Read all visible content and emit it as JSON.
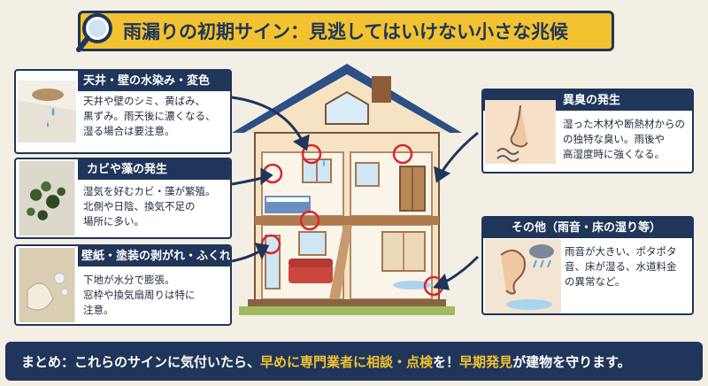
{
  "title": "雨漏りの初期サイン：見逃してはいけない小さな兆候",
  "cards": {
    "ceiling": {
      "heading": "天井・壁の水染み・変色",
      "body": [
        "天井や壁のシミ、黄ばみ、",
        "黒ずみ。雨天後に濃くなる、",
        "湿る場合は要注意。"
      ]
    },
    "mold": {
      "heading": "カビや藻の発生",
      "body": [
        "湿気を好むカビ・藻が繁殖。",
        "北側や日陰、換気不足の",
        "場所に多い。"
      ]
    },
    "wallpaper": {
      "heading": "壁紙・塗装の剥がれ・ふくれ",
      "body": [
        "下地が水分で膨張。",
        "窓枠や換気扇周りは特に",
        "注意。"
      ]
    },
    "odor": {
      "heading": "異臭の発生",
      "body": [
        "湿った木材や断熱材からの",
        "の独特な臭い。雨後や",
        "高湿度時に強くなる。"
      ]
    },
    "other": {
      "heading": "その他（雨音・床の湿り等）",
      "body": [
        "雨音が大きい、ポタポタ",
        "音、床が湿る、水道料金",
        "の異常など。"
      ]
    }
  },
  "summary": {
    "prefix": "まとめ：これらのサインに気付いたら、",
    "highlight1": "早めに専門業者に相談・点検",
    "middle": "を！",
    "highlight2": "早期発見",
    "suffix": "が建物を守ります。"
  },
  "colors": {
    "navy": "#1f3559",
    "yellow": "#f2c230",
    "background": "#f3efe4",
    "marker_red": "#d8262e"
  },
  "icons": [
    "magnifier-icon",
    "house-illustration",
    "nose-icon",
    "ear-icon",
    "rain-cloud-icon"
  ]
}
